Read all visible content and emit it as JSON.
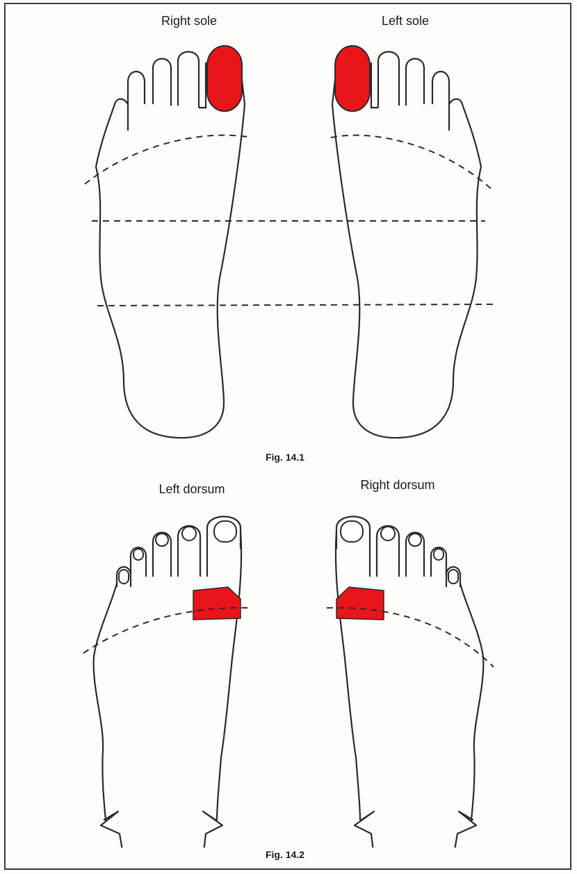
{
  "figure_1": {
    "caption": "Fig. 14.1",
    "right_label": "Right sole",
    "left_label": "Left sole"
  },
  "figure_2": {
    "caption": "Fig. 14.2",
    "left_label": "Left dorsum",
    "right_label": "Right dorsum"
  },
  "colors": {
    "highlight": "#e8151b",
    "line": "#2a2a2a",
    "background": "#fdfdfb"
  }
}
